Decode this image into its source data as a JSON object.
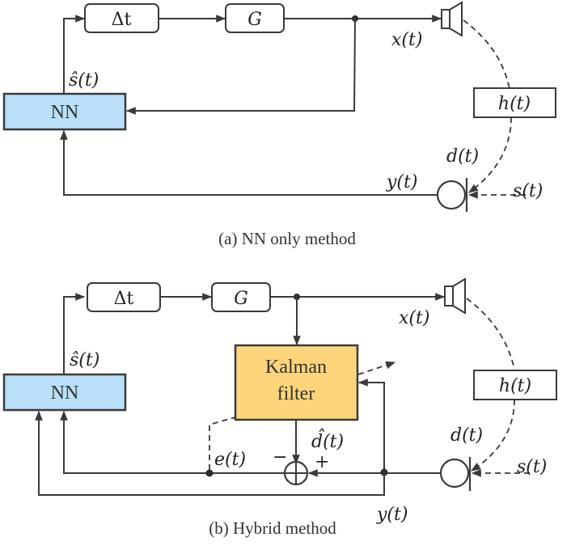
{
  "figure": {
    "colors": {
      "nn_fill": "#b9e0f8",
      "kalman_fill": "#fcd47a",
      "stroke": "#3a3a3a"
    },
    "panel_a": {
      "caption": "(a) NN only method",
      "blocks": {
        "nn": "NN",
        "delay": "Δt",
        "gain": "G",
        "path": "h(t)"
      },
      "signals": {
        "s_hat": "ŝ(t)",
        "x": "x(t)",
        "d": "d(t)",
        "y": "y(t)",
        "s": "s(t)"
      }
    },
    "panel_b": {
      "caption": "(b) Hybrid method",
      "blocks": {
        "nn": "NN",
        "delay": "Δt",
        "gain": "G",
        "path": "h(t)",
        "kalman_line1": "Kalman",
        "kalman_line2": "filter"
      },
      "signals": {
        "s_hat": "ŝ(t)",
        "x": "x(t)",
        "d": "d(t)",
        "d_hat": "d̂(t)",
        "e": "e(t)",
        "y": "y(t)",
        "s": "s(t)"
      },
      "summer": {
        "minus": "−",
        "plus": "+"
      }
    }
  }
}
